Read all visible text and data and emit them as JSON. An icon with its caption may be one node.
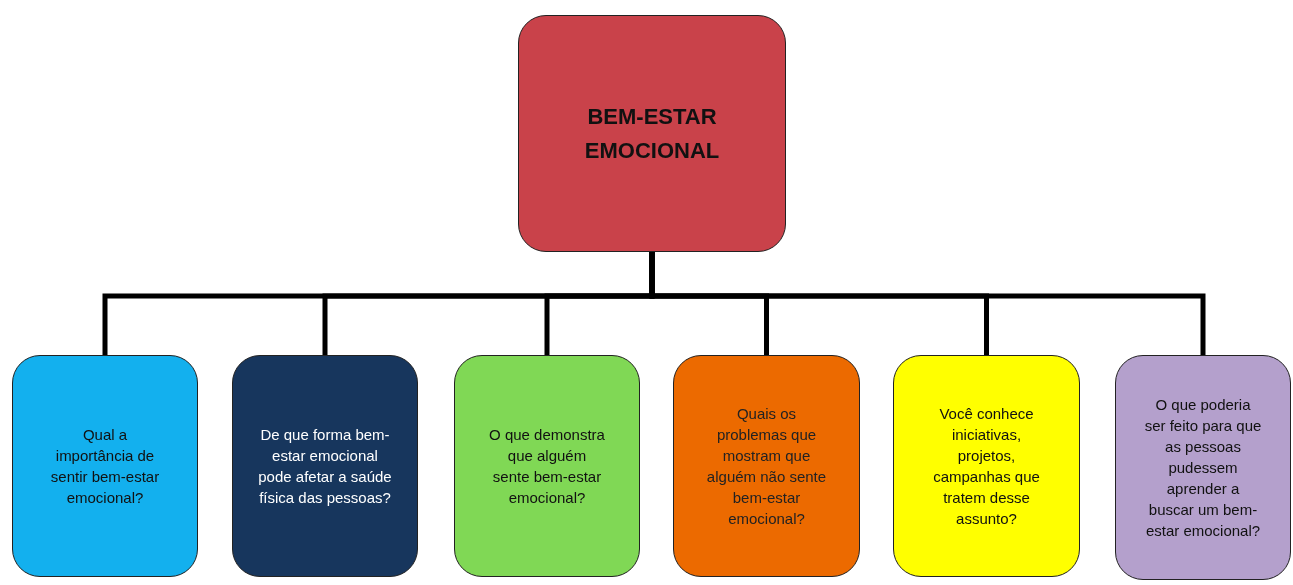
{
  "diagram": {
    "nodes": [
      {
        "text": [
          "BEM-ESTAR EMOCIONAL"
        ]
      },
      {
        "text": [
          "Qual a importância de sentir bem-estar emocional?"
        ]
      },
      {
        "text": [
          "De que forma bem-estar emocional pode afetar a saúde física das pessoas?"
        ]
      },
      {
        "text": [
          "O que demonstra que alguém sente bem-estar emocional?"
        ]
      },
      {
        "text": [
          "Quais os problemas que mostram que alguém não sente bem-estar emocional?"
        ]
      },
      {
        "text": [
          "Você conhece iniciativas, projetos, campanhas que tratem desse assunto?"
        ]
      },
      {
        "text": [
          "O que poderia ser feito para que as pessoas pudessem aprender a buscar um bem-estar emocional?"
        ]
      }
    ],
    "edges": [
      {
        "from": 0,
        "to": 1,
        "arrow": "none"
      },
      {
        "from": 0,
        "to": 2,
        "arrow": "none"
      },
      {
        "from": 0,
        "to": 3,
        "arrow": "none"
      },
      {
        "from": 0,
        "to": 4,
        "arrow": "none"
      },
      {
        "from": 0,
        "to": 5,
        "arrow": "none"
      },
      {
        "from": 0,
        "to": 6,
        "arrow": "none"
      }
    ]
  }
}
